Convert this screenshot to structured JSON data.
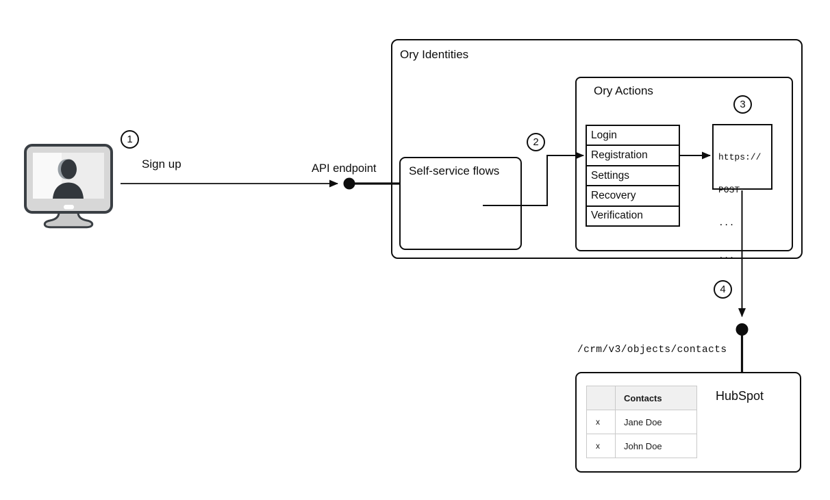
{
  "steps": {
    "one": "1",
    "two": "2",
    "three": "3",
    "four": "4"
  },
  "labels": {
    "sign_up": "Sign up",
    "api_endpoint": "API endpoint",
    "crm_path": "/crm/v3/objects/contacts"
  },
  "ory_identities": {
    "title": "Ory Identities",
    "self_service": {
      "title": "Self-service flows"
    },
    "ory_actions": {
      "title": "Ory Actions",
      "flows": [
        "Login",
        "Registration",
        "Settings",
        "Recovery",
        "Verification"
      ],
      "webhook": {
        "lines": [
          "https://",
          "POST",
          "...",
          "..."
        ]
      }
    }
  },
  "hubspot": {
    "title": "HubSpot",
    "table": {
      "header": [
        "",
        "Contacts"
      ],
      "rows": [
        [
          "x",
          "Jane Doe"
        ],
        [
          "x",
          "John Doe"
        ]
      ]
    }
  },
  "icons": {
    "user_computer": "user-at-computer-monitor",
    "endpoint_dot": "filled-circle-endpoint"
  },
  "colors": {
    "line": "#0d0d0d",
    "monitor_body": "#d7d7d7",
    "monitor_screen": "#f1f1f1",
    "silhouette": "#33383d",
    "table_header_bg": "#f0f0f0",
    "table_border": "#c9c9c9"
  }
}
